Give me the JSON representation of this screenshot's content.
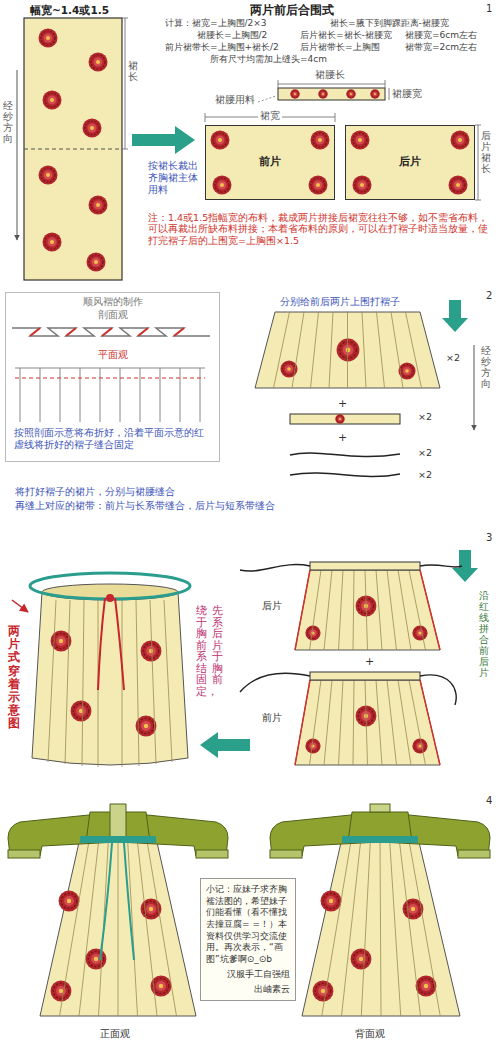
{
  "diagram": {
    "title": "两片前后合围式",
    "nodes": [
      {
        "text": [
          "前片"
        ]
      },
      {
        "text": [
          "后片"
        ]
      },
      {
        "text": [
          "顺风褶的制作",
          "剖面观",
          "平面观",
          "按照剖面示意将布折好，沿着平面示意的红虚线将折好的褶子缝合固定"
        ]
      },
      {
        "text": [
          "小记：应妹子求齐胸襦法图的，希望妹子们能看懂（看不懂找去撞豆腐= =！）本资料仅供学习交流使用。再次表示，“画图”坑爹啊⊙_⊙b",
          "汉服手工自强组",
          "出岫素云"
        ]
      }
    ],
    "labels": [
      "幅宽~1.4或1.5",
      "两片前后合围式",
      "1",
      "计算：裙宽=上胸围/2×3",
      "裙长=腋下到脚踝距离-裙腰宽",
      "裙腰长=上胸围/2",
      "后片裙长=裙长-裙腰宽",
      "裙腰宽=6cm左右",
      "前片裙带长=上胸围+裙长/2",
      "后片裙带长=上胸围",
      "裙带宽=2cm左右",
      "所有尺寸均需加上缝头=4cm",
      "经纱方向",
      "裙长",
      "裙腰长",
      "裙腰宽",
      "裙腰用料",
      "裙宽",
      "后片裙长",
      "按裙长裁出齐胸裙主体用料",
      "注：1.4或1.5指幅宽的布料，裁成两片拼接后裙宽往往不够，如不需省布料，可以再裁出所缺布料拼接；本着省布料的原则，可以在打褶子时适当放量，使打完褶子后的上围宽=上胸围×1.5",
      "2",
      "分别给前后两片上围打褶子",
      "×2",
      "+",
      "×2",
      "+",
      "×2",
      "×2",
      "经纱方向",
      "将打好褶子的裙片，分别与裙腰缝合",
      "再缝上对应的裙带：前片与长系带缝合，后片与短系带缝合",
      "3",
      "后片",
      "+",
      "前片",
      "沿红线拼合前后片",
      "两片式穿着示意图",
      "先系后片于胸前",
      "绕于胸前系结固定，",
      "4",
      "正面观",
      "背面观"
    ]
  }
}
